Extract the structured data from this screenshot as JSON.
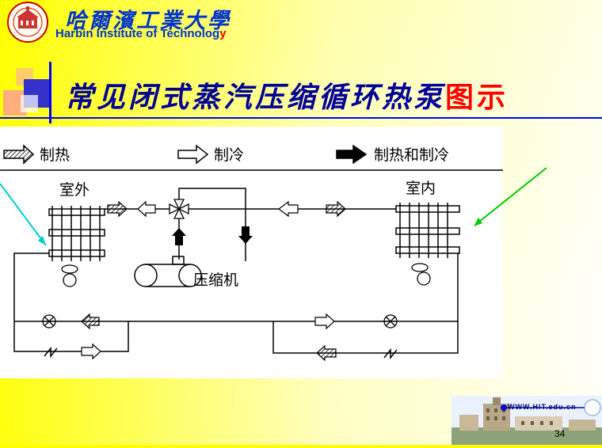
{
  "header": {
    "logo_cn": "哈爾濱工業大學",
    "logo_en_main": "Harbin Institute of Technolog",
    "logo_en_last": "y"
  },
  "slide": {
    "title_main": "常见闭式蒸汽压缩循环热泵",
    "title_tail": "图示",
    "page_number": "34",
    "footer_url": "WWW.HIT.edu.cn"
  },
  "diagram": {
    "legend": [
      {
        "key": "heating",
        "label": "制热"
      },
      {
        "key": "cooling",
        "label": "制冷"
      },
      {
        "key": "both",
        "label": "制热和制冷"
      }
    ],
    "outdoor_label": "室外",
    "indoor_label": "室内",
    "compressor_label": "压缩机"
  },
  "colors": {
    "title_blue": "#000099",
    "logo_blue": "#0033cc",
    "accent_red": "#ff0000",
    "arrow_teal": "#00cccc",
    "arrow_green": "#00cc00"
  }
}
